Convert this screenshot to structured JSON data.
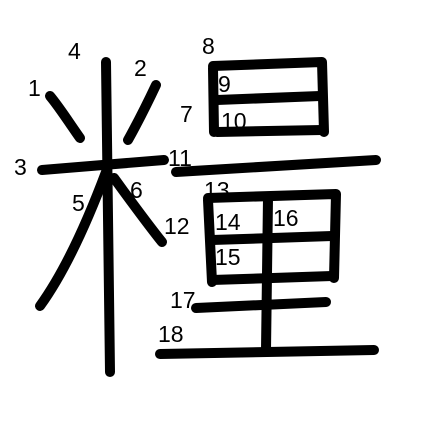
{
  "character": "糧",
  "stroke_color": "#000000",
  "background_color": "#ffffff",
  "stroke_numbers": [
    "1",
    "2",
    "3",
    "4",
    "5",
    "6",
    "7",
    "8",
    "9",
    "10",
    "11",
    "12",
    "13",
    "14",
    "15",
    "16",
    "17",
    "18"
  ]
}
